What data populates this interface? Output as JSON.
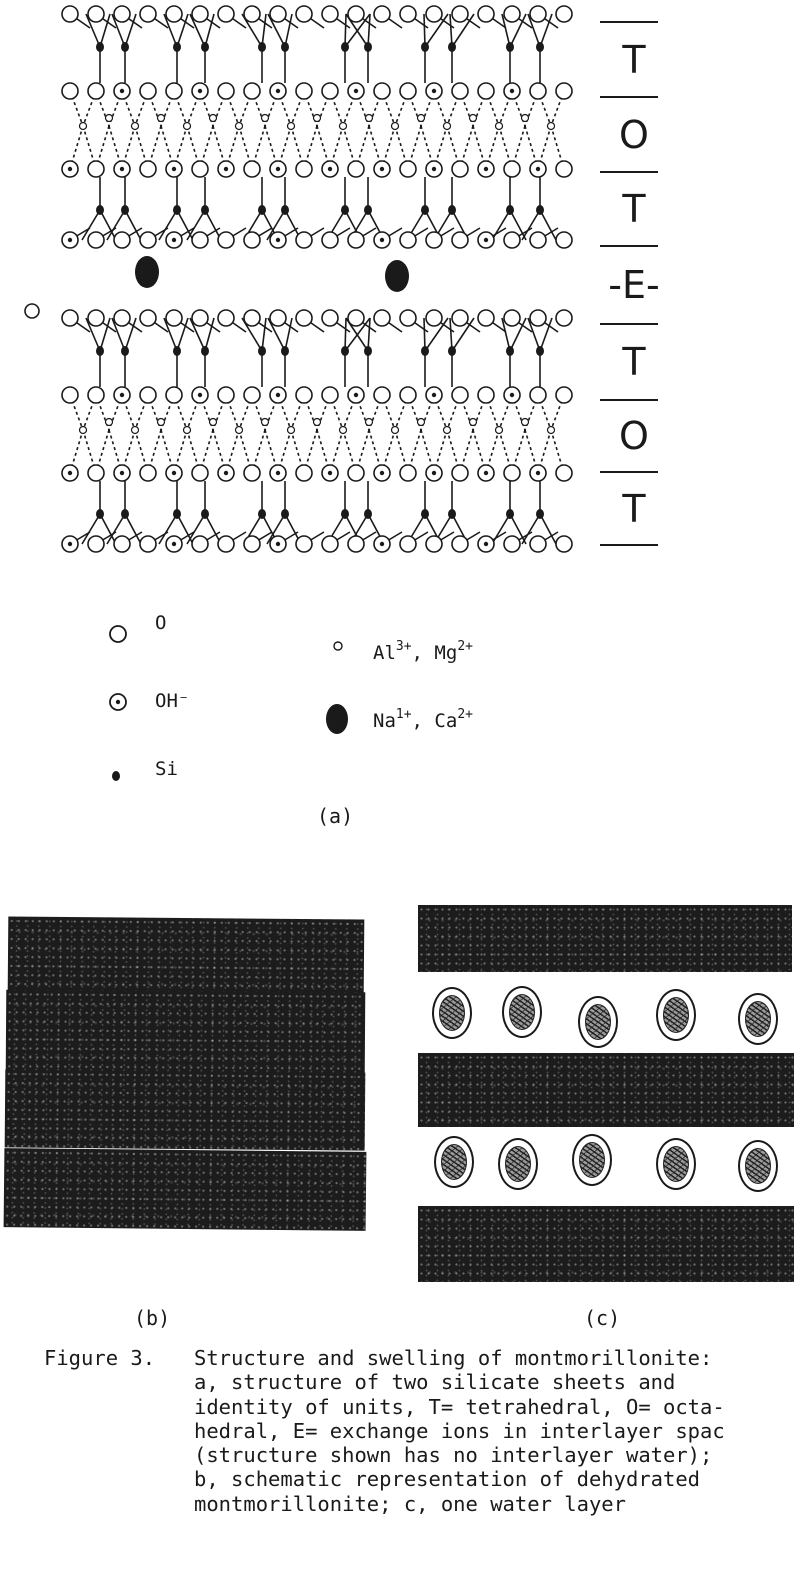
{
  "figure": {
    "panel_a": {
      "layer_labels": [
        "T",
        "O",
        "T",
        "-E-",
        "T",
        "O",
        "T"
      ],
      "legend": {
        "oxygen": "O",
        "hydroxyl": "OH⁻",
        "silicon": "Si",
        "al_mg_ion": "Al",
        "al_mg_sup1": "3+",
        "al_mg_mid": ", Mg",
        "al_mg_sup2": "2+",
        "na_ca_ion": "Na",
        "na_ca_sup1": "1+",
        "na_ca_mid": ", Ca",
        "na_ca_sup2": "2+"
      },
      "tag": "(a)"
    },
    "panel_b": {
      "tag": "(b)",
      "sheet_count": 4
    },
    "panel_c": {
      "tag": "(c)",
      "sheet_count": 3,
      "water_per_layer": 5,
      "water_layers": 2
    }
  },
  "caption": {
    "label": "Figure 3.",
    "text": "Structure and swelling of montmorillonite:\na, structure of two silicate sheets and\nidentity of units, T= tetrahedral, O= octa-\nhedral, E= exchange ions in interlayer spac\n(structure shown has no interlayer water);\nb, schematic representation of dehydrated\nmontmorillonite; c, one water layer"
  },
  "colors": {
    "ink": "#1a1a1a",
    "sheet": "#1c1c1c",
    "paper": "#ffffff"
  }
}
